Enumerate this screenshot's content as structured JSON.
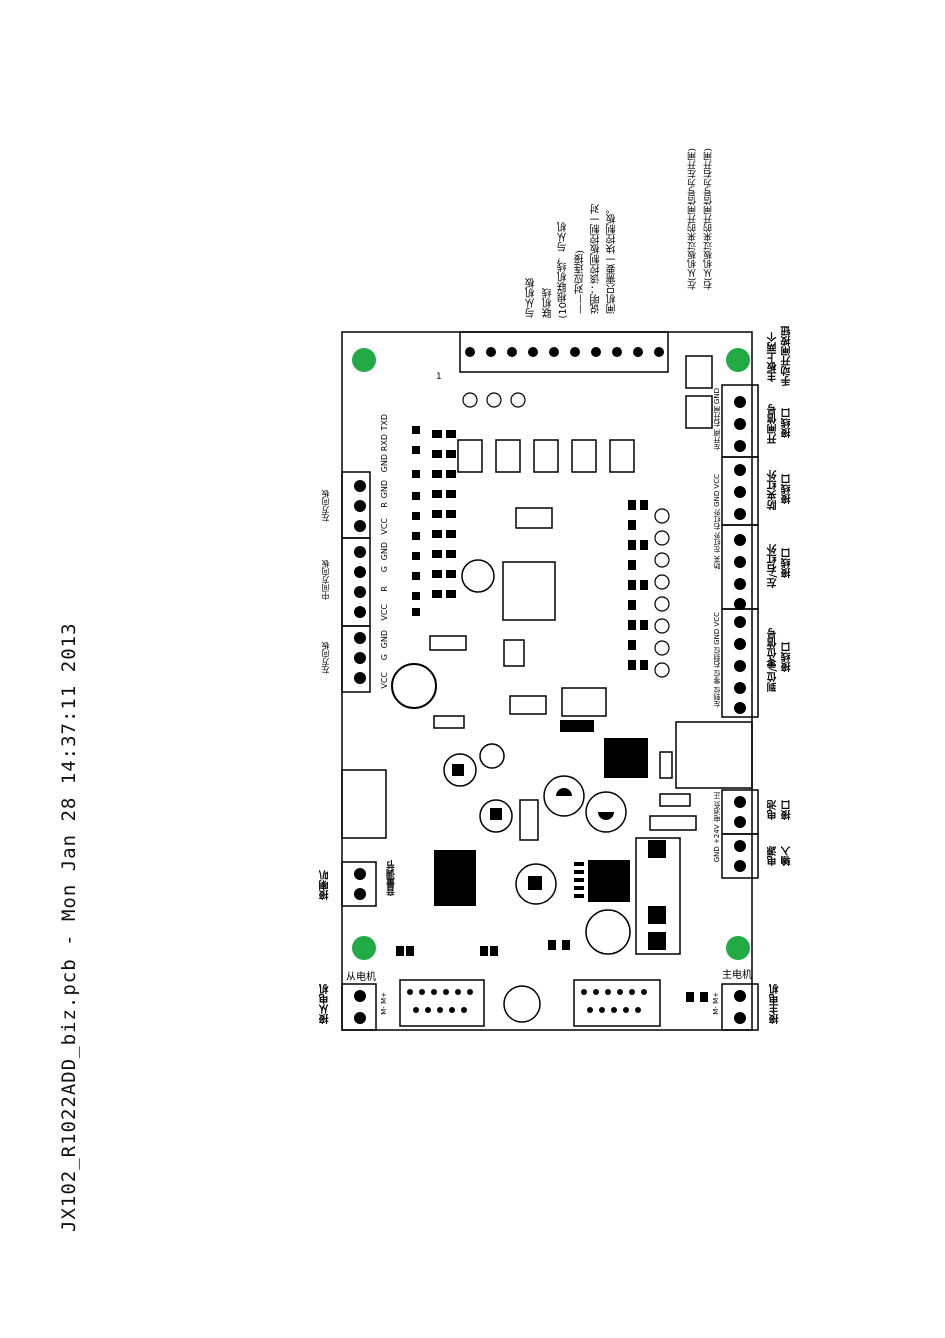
{
  "file_caption": "JX102_R1022ADD_biz.pcb - Mon Jan 28 14:37:11 2013",
  "top_notes": {
    "link_board": "与从机板",
    "link_line": "联机线",
    "link_detail": "(10根联机线，与从机",
    "link_pair": "——对应连接)",
    "explain": "说明：该控制板控制一对",
    "explain2": "闸机只需要一块控制板。",
    "left_note": "左(从机板过来的开闸信号为左开闸)",
    "right_note": "右(从机板过来的开闸信号为右开闸)"
  },
  "right_labels": {
    "manual_btn": "主板上两个",
    "manual_btn2": "手动开闸按钮",
    "open_signal": "开闸信号",
    "open_signal2": "接线口",
    "anti_clip": "防夹红外",
    "anti_clip2": "接线口",
    "lr_ir": "左/右红外",
    "lr_ir2": "接线口",
    "limit": "到位/零位信号",
    "limit2": "接线口",
    "battery": "电池",
    "battery2": "接口",
    "power": "电源",
    "power2": "输入",
    "main_motor_jack": "接主电机",
    "main_motor": "主电机"
  },
  "left_labels": {
    "dir_left": "左方向板",
    "dir_mid": "中间方向板",
    "dir_right": "左方向板",
    "speaker": "接喇叭",
    "slave_motor_jack": "接从电机",
    "slave_motor": "从电机",
    "vol": "音量调节",
    "pins_top": [
      "TXD",
      "RXD",
      "GND"
    ],
    "pins_dir1": [
      "GND",
      "R",
      "VCC"
    ],
    "pins_dir2": [
      "GND",
      "G",
      "R",
      "VCC"
    ],
    "pins_dir3": [
      "GND",
      "G",
      "VCC"
    ]
  },
  "connector_pins": {
    "power_pins": "GND +24V 电池负 正",
    "limit_pins": "左到位 零位 右到位 GND VCC",
    "ir_pins": "防夹 左红外 右红外 GND VCC",
    "open_pins": "左开闸 右开闸 GND",
    "motor_pins": "M- M+",
    "j1": "1"
  },
  "colors": {
    "mount_hole": "#22aa44",
    "ink": "#000000"
  }
}
